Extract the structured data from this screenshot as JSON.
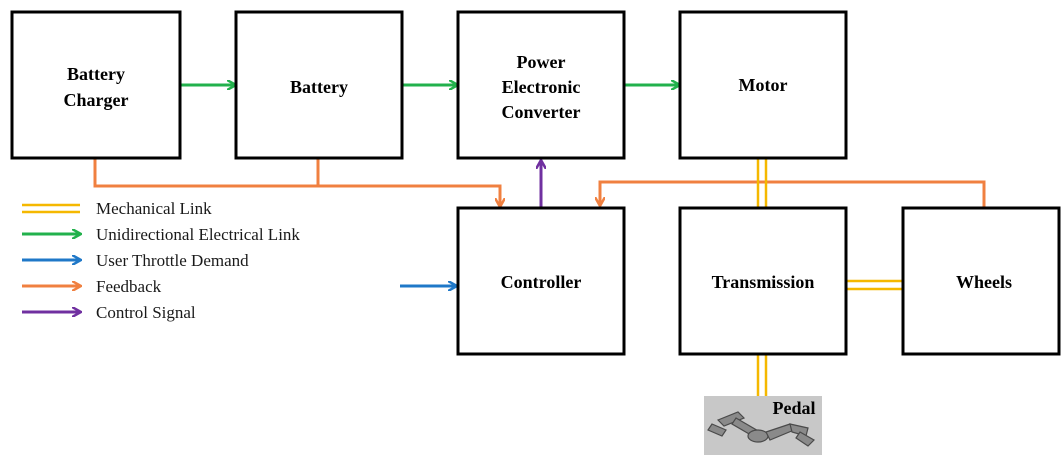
{
  "blocks": {
    "battery_charger": {
      "line1": "Battery",
      "line2": "Charger"
    },
    "battery": {
      "label": "Battery"
    },
    "converter": {
      "line1": "Power",
      "line2": "Electronic",
      "line3": "Converter"
    },
    "motor": {
      "label": "Motor"
    },
    "controller": {
      "label": "Controller"
    },
    "transmission": {
      "label": "Transmission"
    },
    "wheels": {
      "label": "Wheels"
    }
  },
  "pedal": {
    "label": "Pedal"
  },
  "legend": [
    {
      "label": "Mechanical Link",
      "color": "#f5b800",
      "style": "double-line"
    },
    {
      "label": "Unidirectional Electrical Link",
      "color": "#22b14c",
      "style": "arrow"
    },
    {
      "label": "User Throttle Demand",
      "color": "#1f78c8",
      "style": "arrow"
    },
    {
      "label": "Feedback",
      "color": "#f08040",
      "style": "arrow"
    },
    {
      "label": "Control Signal",
      "color": "#7030a0",
      "style": "arrow"
    }
  ],
  "colors": {
    "mechanical": "#f5b800",
    "electrical": "#22b14c",
    "throttle": "#1f78c8",
    "feedback": "#f08040",
    "control": "#7030a0"
  }
}
